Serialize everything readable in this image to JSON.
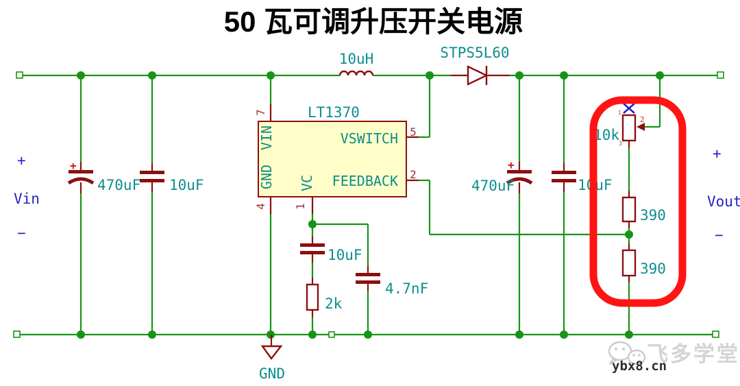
{
  "title": "50 瓦可调升压开关电源",
  "ic": {
    "part": "LT1370",
    "pin_vin": "VIN",
    "pin_gnd": "GND",
    "pin_vc": "VC",
    "pin_vswitch": "VSWITCH",
    "pin_feedback": "FEEDBACK",
    "num_vin": "7",
    "num_gnd": "4",
    "num_vc": "1",
    "num_vswitch": "5",
    "num_feedback": "2"
  },
  "parts": {
    "inductor": "10uH",
    "diode": "STPS5L60",
    "cap_in_bulk": "470uF",
    "cap_in_ceramic": "10uF",
    "cap_out_bulk": "470uF",
    "cap_out_ceramic": "10uF",
    "cap_comp": "10uF",
    "res_comp": "2k",
    "cap_filter": "4.7nF",
    "pot": "10k",
    "res_divider_upper": "390",
    "res_divider_lower": "390",
    "pot_num_1": "1",
    "pot_num_2": "2",
    "pot_num_3": "3",
    "plus_in": "+",
    "plus_out": "+"
  },
  "terminals": {
    "vin_label": "Vin",
    "vin_plus": "+",
    "vin_minus": "−",
    "vout_label": "Vout",
    "vout_plus": "+",
    "vout_minus": "−",
    "gnd_label": "GND"
  },
  "watermark": {
    "brand": "飞多学堂",
    "site": "ybx8.cn"
  },
  "colors": {
    "wire": "#169416",
    "component": "#8c0f0f",
    "label": "#0e8d8d",
    "voltage": "#2323c8",
    "highlight": "#ff1414",
    "ic_fill": "#fffdc8",
    "pin_number": "#993333"
  }
}
